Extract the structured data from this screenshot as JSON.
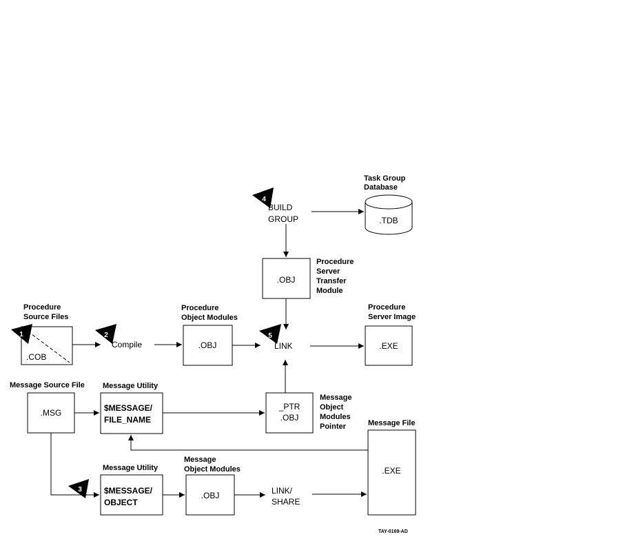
{
  "steps": {
    "compile": "Compile",
    "build_group": [
      "BUILD",
      "GROUP"
    ],
    "link": "LINK",
    "link_share": [
      "LINK/",
      "SHARE"
    ]
  },
  "labels": {
    "procedure_source_files": [
      "Procedure",
      "Source Files"
    ],
    "procedure_object_modules": [
      "Procedure",
      "Object Modules"
    ],
    "task_group_database": [
      "Task Group",
      "Database"
    ],
    "procedure_server_transfer_module": [
      "Procedure",
      "Server",
      "Transfer",
      "Module"
    ],
    "procedure_server_image": [
      "Procedure",
      "Server Image"
    ],
    "message_source_file": "Message Source File",
    "message_utility_1": "Message Utility",
    "message_object_modules_pointer": [
      "Message",
      "Object",
      "Modules",
      "Pointer"
    ],
    "message_file": "Message File",
    "message_utility_2": "Message Utility",
    "message_object_modules": [
      "Message",
      "Object Modules"
    ]
  },
  "boxes": {
    "cob": ".COB",
    "proc_obj": ".OBJ",
    "tdb": ".TDB",
    "transfer_obj": ".OBJ",
    "exe": ".EXE",
    "msg": ".MSG",
    "message_file_name": [
      "$MESSAGE/",
      "FILE_NAME"
    ],
    "ptr_obj": [
      "_PTR",
      ".OBJ"
    ],
    "message_exe": ".EXE",
    "message_object": [
      "$MESSAGE/",
      "OBJECT"
    ],
    "msg_obj": ".OBJ"
  },
  "callouts": [
    "1",
    "2",
    "3",
    "4",
    "5"
  ],
  "figure_id": "TAY-0169-AD"
}
